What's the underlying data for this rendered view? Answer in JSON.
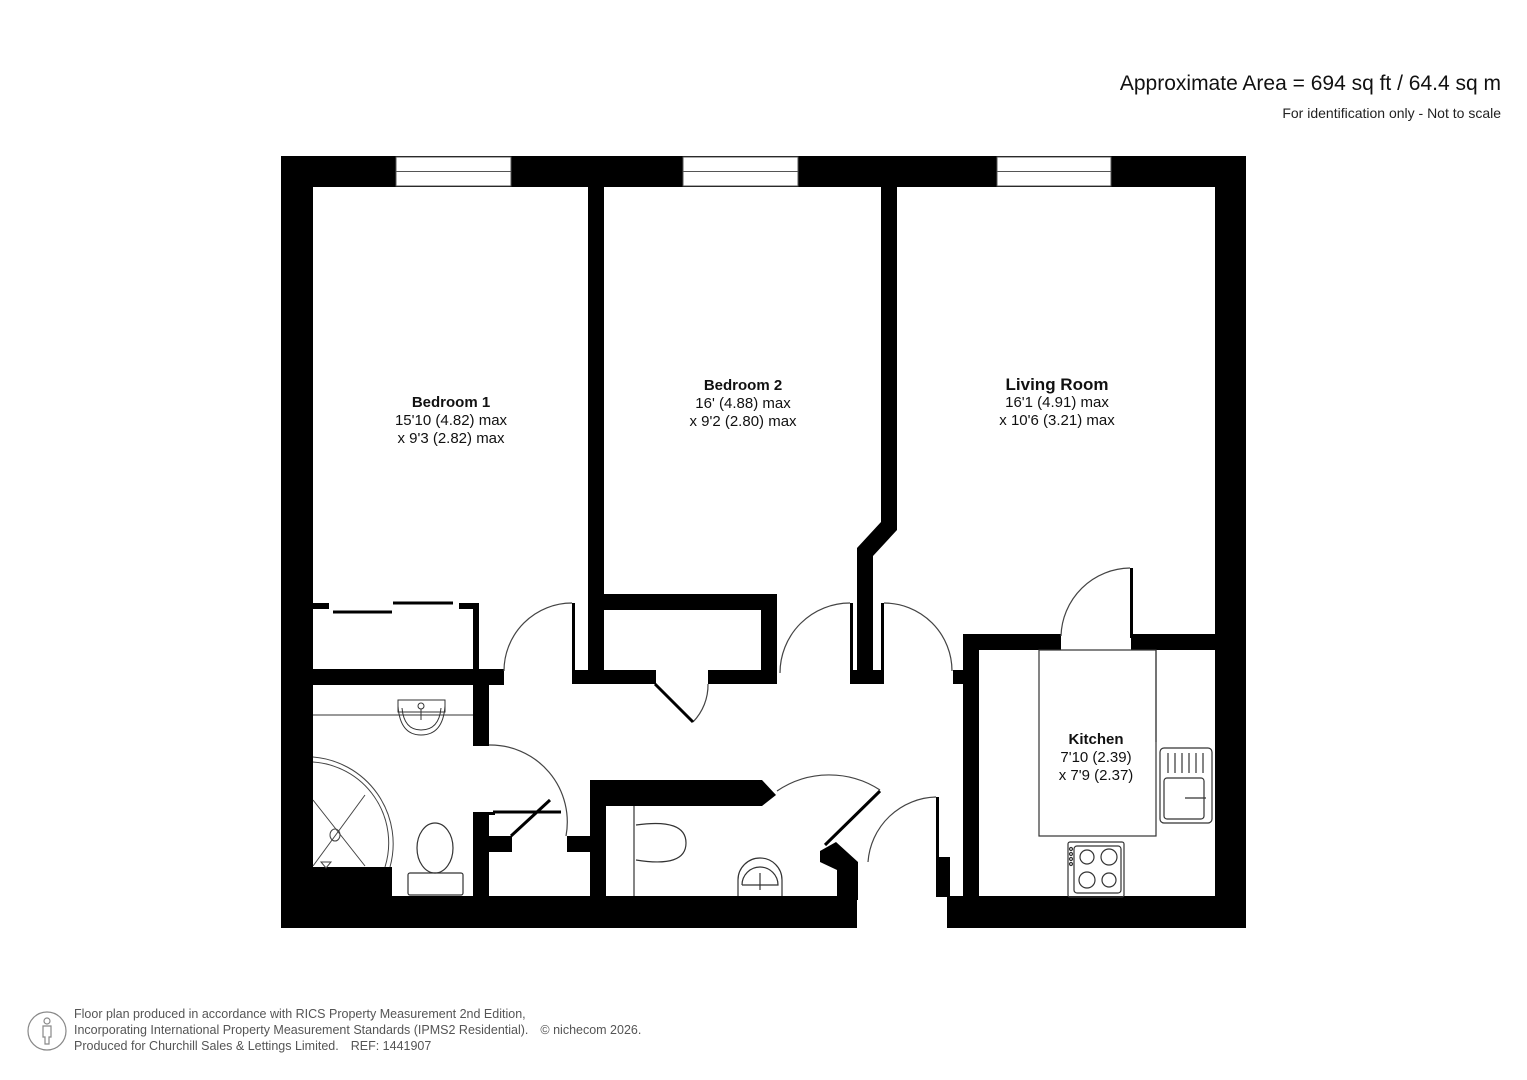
{
  "header": {
    "area": "Approximate Area = 694 sq ft / 64.4 sq m",
    "disclaimer": "For identification only - Not to scale"
  },
  "rooms": {
    "bedroom1": {
      "name": "Bedroom 1",
      "dim1": "15'10 (4.82) max",
      "dim2": "x 9'3 (2.82) max"
    },
    "bedroom2": {
      "name": "Bedroom 2",
      "dim1": "16' (4.88) max",
      "dim2": "x 9'2 (2.80) max"
    },
    "living": {
      "name": "Living Room",
      "dim1": "16'1 (4.91) max",
      "dim2": "x 10'6 (3.21) max"
    },
    "kitchen": {
      "name": "Kitchen",
      "dim1": "7'10 (2.39)",
      "dim2": "x 7'9 (2.37)"
    }
  },
  "footer": {
    "line1": "Floor plan produced in accordance with RICS Property Measurement 2nd Edition,",
    "line2": "Incorporating International Property Measurement Standards (IPMS2 Residential).",
    "copyright": "© nichecom 2026.",
    "line3": "Produced for Churchill Sales & Lettings Limited.",
    "ref": "REF: 1441907"
  },
  "icons": {
    "footer_icon": "person-icon"
  },
  "colors": {
    "wall": "#000000",
    "background": "#ffffff",
    "fixture_line": "#333333"
  }
}
